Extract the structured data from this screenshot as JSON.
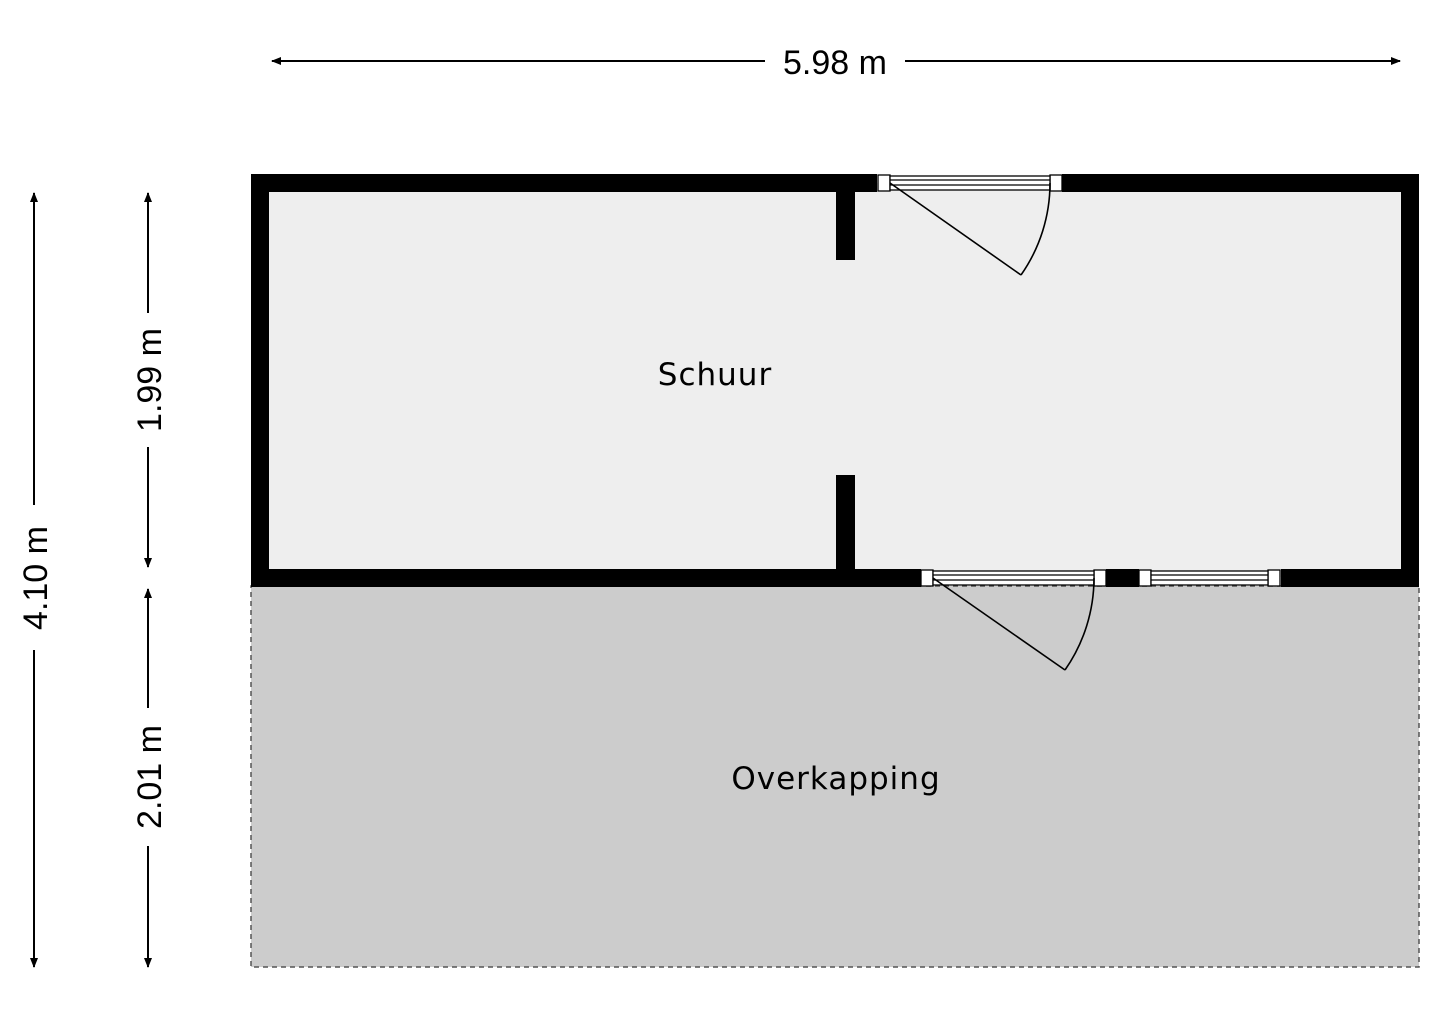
{
  "dimensions": {
    "width_total": "5.98 m",
    "height_total": "4.10 m",
    "height_schuur": "1.99 m",
    "height_overkapping": "2.01 m"
  },
  "rooms": {
    "schuur": "Schuur",
    "overkapping": "Overkapping"
  },
  "colors": {
    "wall": "#000000",
    "schuur_floor": "#eeeeee",
    "overkapping_floor": "#cccccc",
    "background": "#ffffff"
  }
}
